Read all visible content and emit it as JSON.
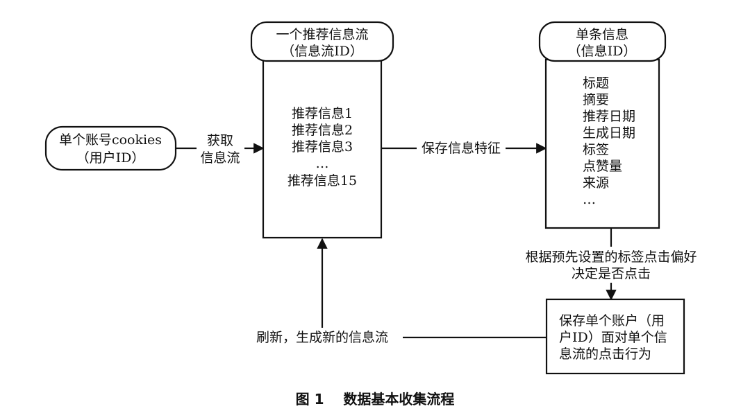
{
  "nodes": {
    "account": {
      "lines": [
        "单个账号cookies",
        "（用户ID）"
      ]
    },
    "feed_header": {
      "lines": [
        "一个推荐信息流",
        "（信息流ID）"
      ]
    },
    "feed_items": [
      "推荐信息1",
      "推荐信息2",
      "推荐信息3",
      "…",
      "推荐信息15"
    ],
    "info_header": {
      "lines": [
        "单条信息",
        "（信息ID）"
      ]
    },
    "info_fields": [
      "标题",
      "摘要",
      "推荐日期",
      "生成日期",
      "标签",
      "点赞量",
      "来源",
      "…"
    ],
    "click_record": {
      "lines": [
        "保存单个账户（用",
        "户ID）面对单个信",
        "息流的点击行为"
      ]
    }
  },
  "edges": {
    "fetch": {
      "lines": [
        "获取",
        "信息流"
      ]
    },
    "save_features": {
      "label": "保存信息特征"
    },
    "decide": {
      "lines": [
        "根据预先设置的标签点击偏好",
        "决定是否点击"
      ]
    },
    "refresh": {
      "label": "刷新，生成新的信息流"
    }
  },
  "caption": "图 1    数据基本收集流程"
}
